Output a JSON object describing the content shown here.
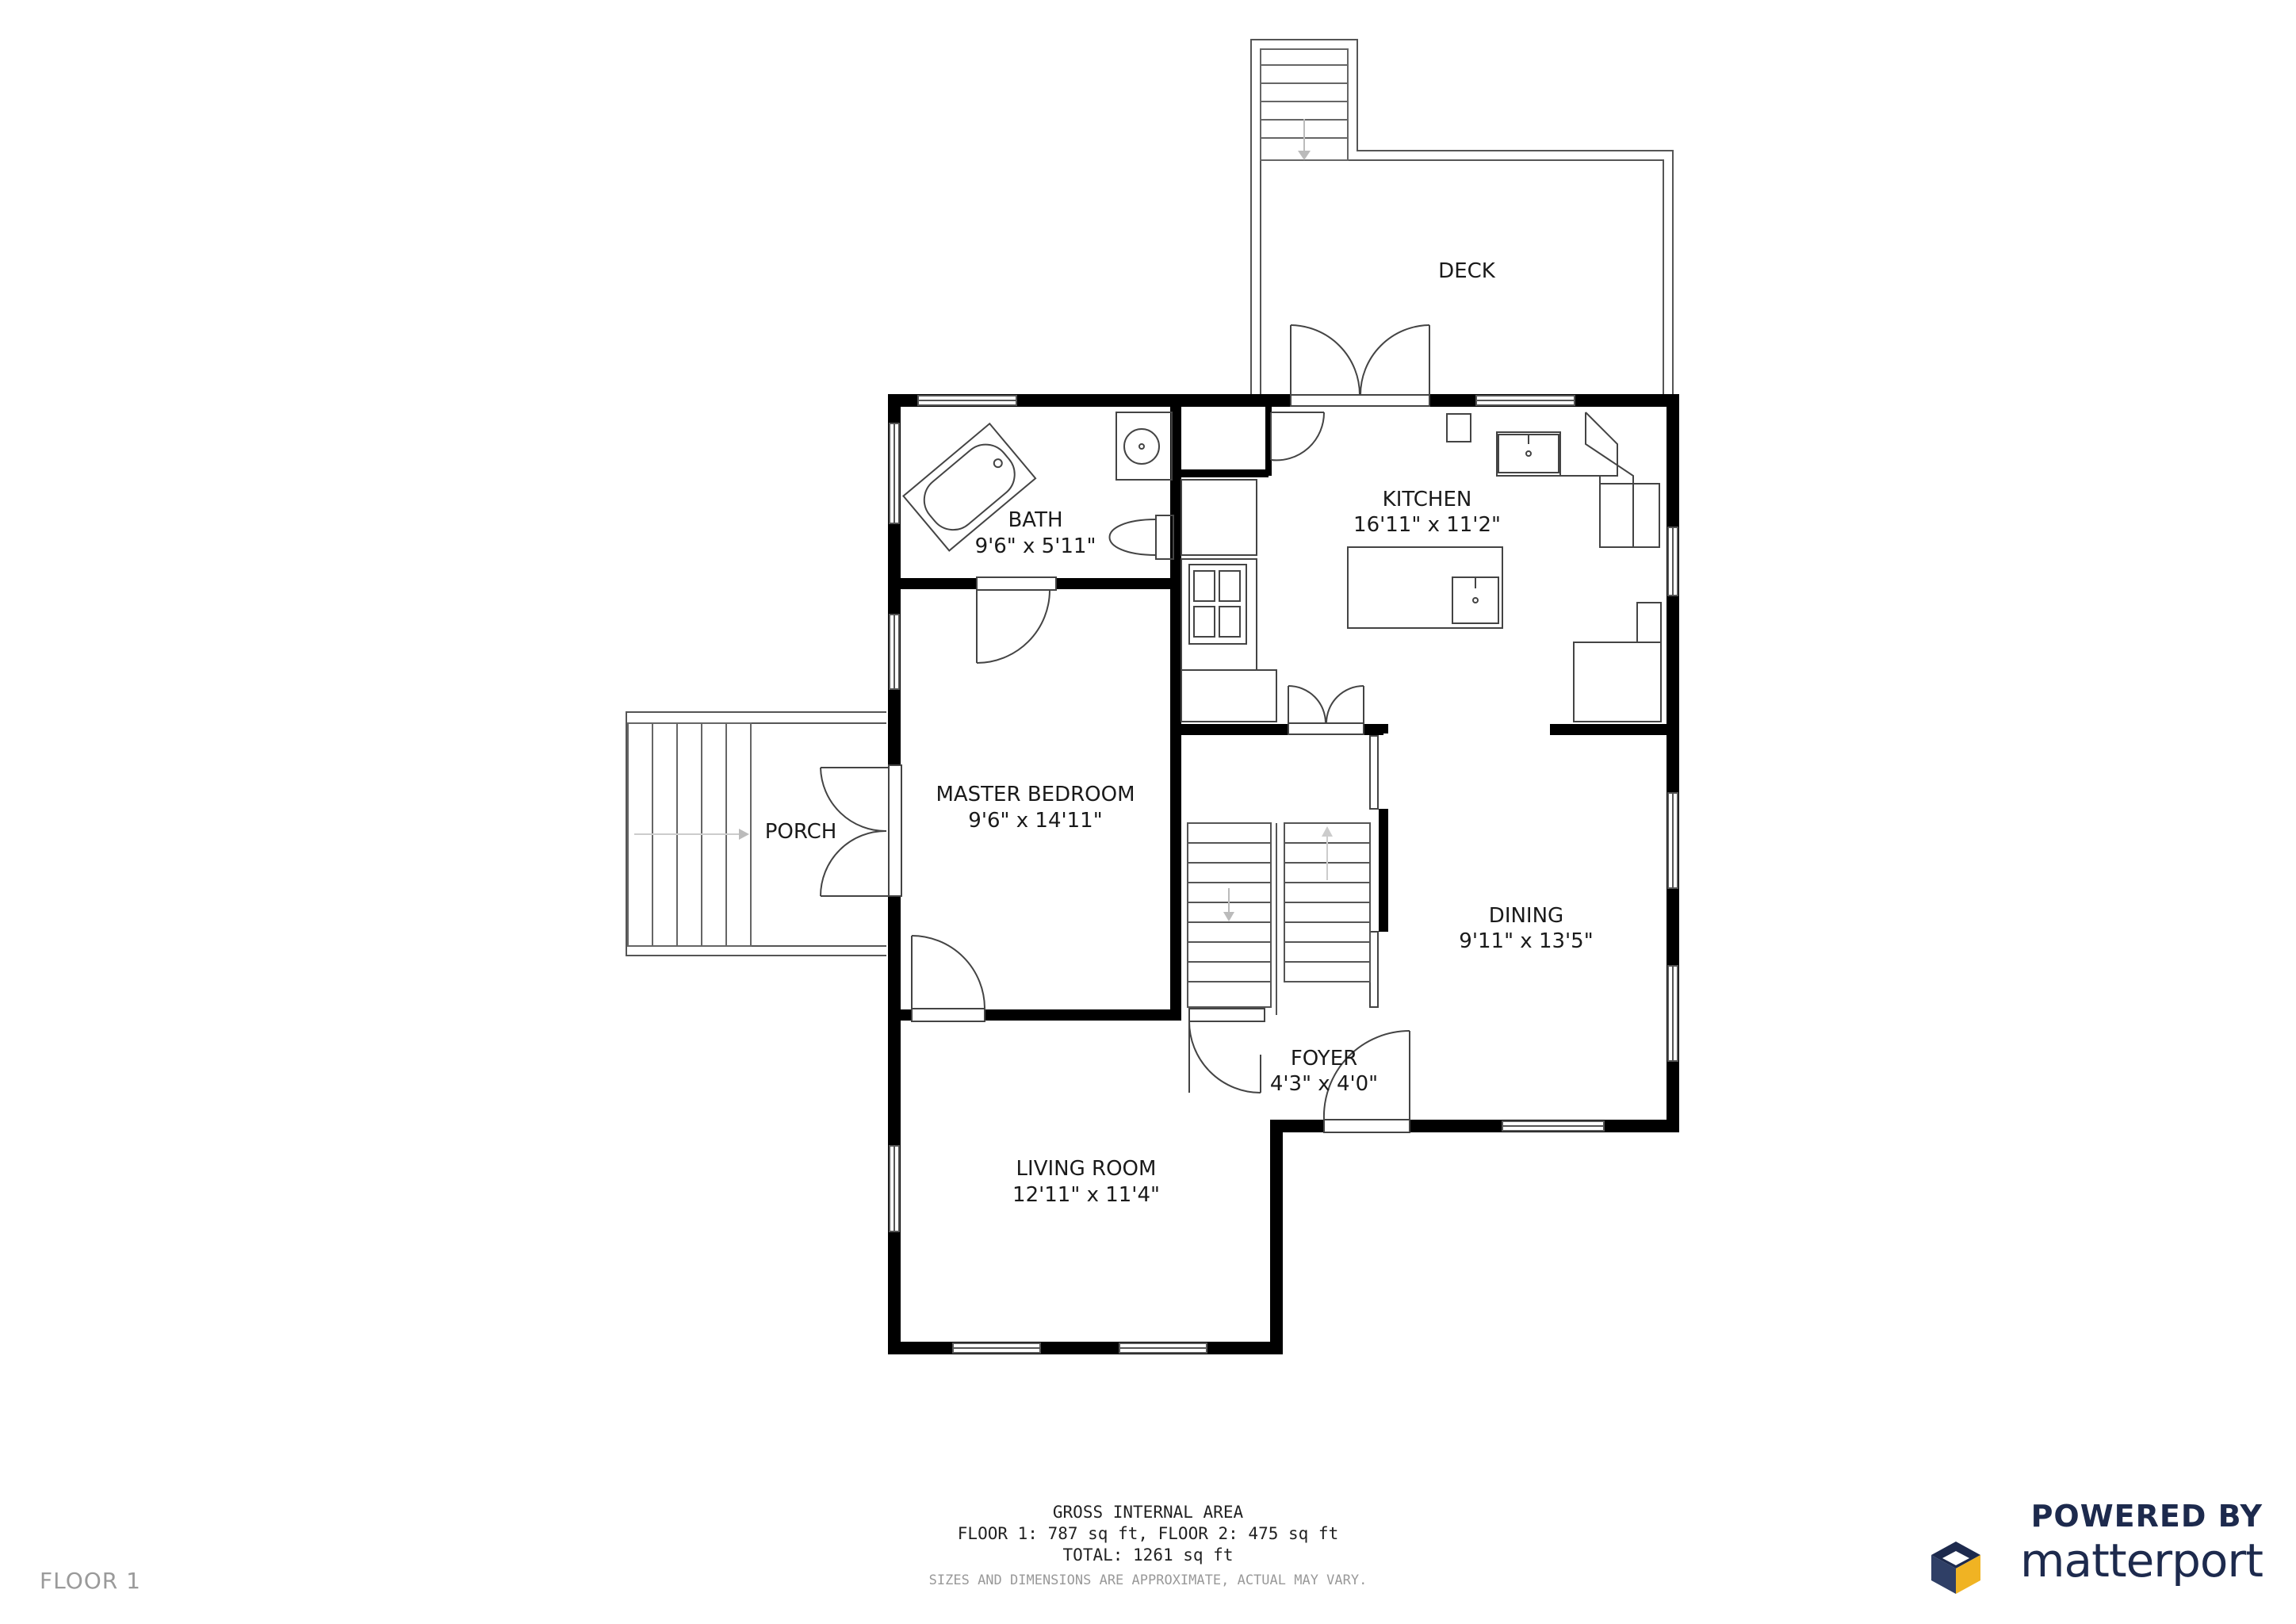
{
  "rooms": {
    "deck": {
      "name": "DECK"
    },
    "kitchen": {
      "name": "KITCHEN",
      "size": "16'11\" x 11'2\""
    },
    "bath": {
      "name": "BATH",
      "size": "9'6\" x 5'11\""
    },
    "master_bedroom": {
      "name": "MASTER BEDROOM",
      "size": "9'6\" x 14'11\""
    },
    "porch": {
      "name": "PORCH"
    },
    "dining": {
      "name": "DINING",
      "size": "9'11\" x 13'5\""
    },
    "foyer": {
      "name": "FOYER",
      "size": "4'3\" x 4'0\""
    },
    "living_room": {
      "name": "LIVING ROOM",
      "size": "12'11\" x 11'4\""
    }
  },
  "footer": {
    "title": "GROSS INTERNAL AREA",
    "floors": "FLOOR 1: 787 sq ft, FLOOR 2: 475 sq ft",
    "total": "TOTAL: 1261 sq ft",
    "disclaimer": "SIZES AND DIMENSIONS ARE APPROXIMATE, ACTUAL MAY VARY."
  },
  "floor_label": "FLOOR 1",
  "brand": {
    "powered_by": "POWERED BY",
    "name": "matterport",
    "logo_icon": "matterport-cube-icon"
  },
  "colors": {
    "wall": "#000000",
    "fixture": "#444444",
    "label": "#1a1a1a",
    "brand": "#1d2a4d",
    "muted": "#9a9a9a"
  }
}
